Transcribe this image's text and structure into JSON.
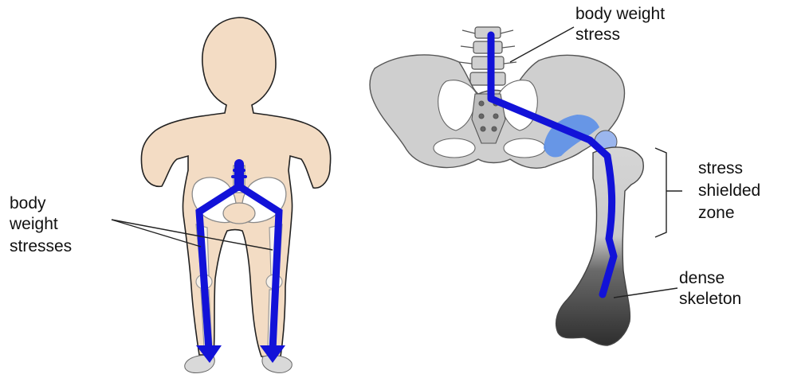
{
  "colors": {
    "skin": "#f3dcc4",
    "outline": "#222222",
    "bone": "#cfcfcf",
    "bone_stroke": "#555555",
    "stress": "#1212d8",
    "joint_highlight": "#5b8fe8",
    "dense_bone": "#3a3a3a"
  },
  "labels": {
    "left_label": [
      "body",
      "weight",
      "stresses"
    ],
    "top_label": [
      "body  weight",
      "stress"
    ],
    "zone_label": [
      "stress",
      "shielded",
      "zone"
    ],
    "dense_label": [
      "dense",
      "skeleton"
    ]
  }
}
